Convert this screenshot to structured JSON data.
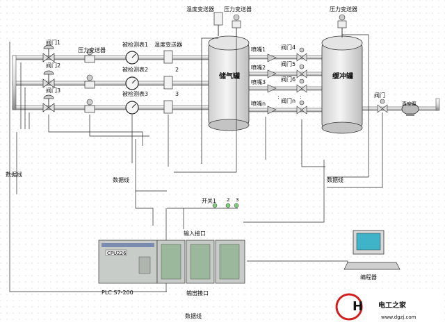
{
  "diagram": {
    "labels": {
      "temp_transmitter_top": "温度变送器",
      "pressure_transmitter_top": "压力变送器",
      "pressure_transmitter_top_right": "压力变送器",
      "valve1": "阀门1",
      "valve2": "阀门2",
      "valve3": "阀门3",
      "pressure_transmitter_left": "压力变送器",
      "flowmeter_header": "被检测表1",
      "flowmeter2": "被检测表2",
      "flowmeter3": "被检测表3",
      "temp_transmitter_mid": "温度变送器",
      "temp_idx_2": "2",
      "temp_idx_3": "3",
      "storage_tank": "储气罐",
      "nozzle1": "喷嘴1",
      "nozzle2": "喷嘴2",
      "nozzle3": "喷嘴3",
      "nozzle_n": "喷嘴n",
      "valve4": "阀门4",
      "valve5": "阀门5",
      "valve6": "阀门6",
      "valve_n": "阀门n",
      "buffer_tank": "缓冲罐",
      "valve_right": "阀门",
      "vacuum_pump": "真空泵",
      "data_line_left": "数据线",
      "data_line_mid": "数据线",
      "data_line_right": "数据线",
      "data_line_bottom": "数据线",
      "switch_label": "开关1",
      "switch_2": "2",
      "switch_3": "3",
      "input_port": "输入接口",
      "output_port": "输出接口",
      "cpu_label": "CPU226",
      "plc_label": "PLC S7-200",
      "programmer": "编程器",
      "logo_text": "电工之家",
      "logo_url": "www.dgzj.com"
    },
    "colors": {
      "grid_dot": "#c9c9c9",
      "tank": "#e6e6e6",
      "plc": "#c8ccc8",
      "logo": "#d31e1e"
    }
  }
}
